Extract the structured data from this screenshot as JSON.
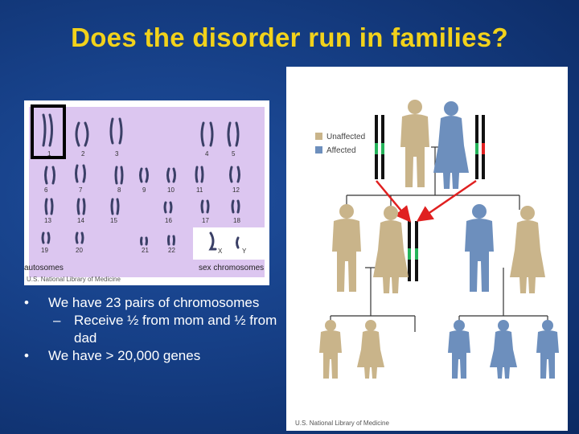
{
  "title": "Does the disorder run in families?",
  "karyotype": {
    "chromosome_numbers": [
      "1",
      "2",
      "3",
      "4",
      "5",
      "6",
      "7",
      "8",
      "9",
      "10",
      "11",
      "12",
      "13",
      "14",
      "15",
      "16",
      "17",
      "18",
      "19",
      "20",
      "21",
      "22"
    ],
    "sex_chromosomes": [
      "X",
      "Y"
    ],
    "autosomes_label": "autosomes",
    "sex_chromosomes_label": "sex chromosomes",
    "credit": "U.S. National Library of Medicine"
  },
  "bullets": [
    {
      "text": "We have 23 pairs of chromosomes",
      "level": 1
    },
    {
      "text": "Receive ½ from mom and ½ from dad",
      "level": 2
    },
    {
      "text": "We have > 20,000 genes",
      "level": 1
    }
  ],
  "pedigree": {
    "legend": [
      {
        "label": "Unaffected",
        "color": "#c9b48a"
      },
      {
        "label": "Affected",
        "color": "#6d8fbd"
      }
    ],
    "credit": "U.S. National Library of Medicine",
    "colors": {
      "unaffected": "#c9b48a",
      "affected": "#6d8fbd",
      "arrow": "#e02020",
      "normal_band": "#25b35a",
      "mutant_band": "#e02020"
    }
  }
}
